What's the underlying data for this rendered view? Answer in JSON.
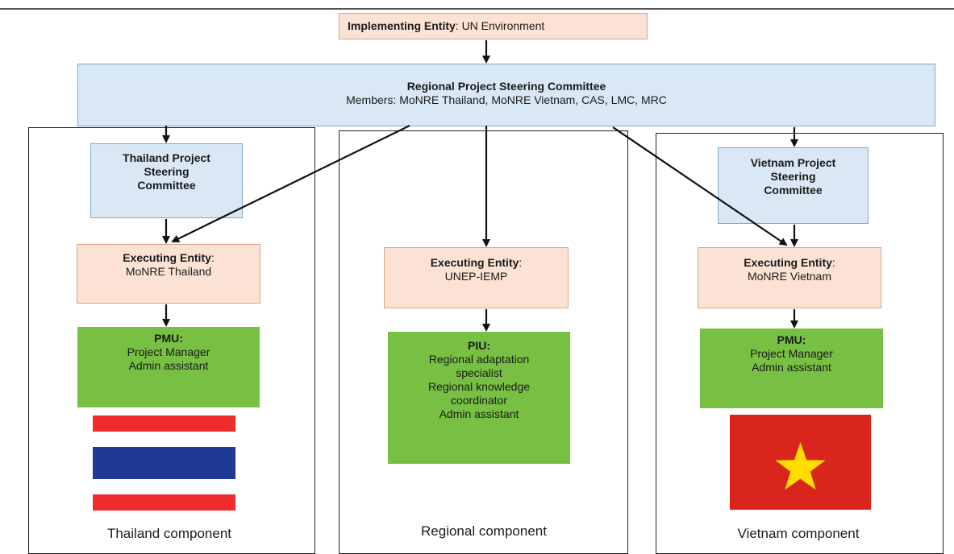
{
  "top_rule": true,
  "implementing": {
    "bold": "Implementing Entity",
    "rest": ": UN Environment"
  },
  "regional_psc": {
    "title": "Regional Project Steering Committee",
    "members": "Members: MoNRE Thailand, MoNRE Vietnam, CAS, LMC, MRC"
  },
  "thailand": {
    "psc": [
      "Thailand Project",
      "Steering",
      "Committee"
    ],
    "exec_bold": "Executing Entity",
    "exec_colon": ":",
    "exec_name": "MoNRE Thailand",
    "unit_title": "PMU:",
    "unit_lines": [
      "Project Manager",
      "Admin assistant"
    ],
    "label": "Thailand component",
    "flag_colors": {
      "red": "#ef2b2d",
      "white": "#ffffff",
      "blue": "#1f3a93"
    }
  },
  "regional": {
    "exec_bold": "Executing Entity",
    "exec_colon": ":",
    "exec_name": "UNEP-IEMP",
    "unit_title": "PIU:",
    "unit_lines": [
      "Regional adaptation",
      "specialist",
      "Regional knowledge",
      "coordinator",
      "Admin assistant"
    ],
    "label": "Regional component"
  },
  "vietnam": {
    "psc": [
      "Vietnam Project",
      "Steering",
      "Committee"
    ],
    "exec_bold": "Executing Entity",
    "exec_colon": ":",
    "exec_name": "MoNRE Vietnam",
    "unit_title": "PMU:",
    "unit_lines": [
      "Project Manager",
      "Admin assistant"
    ],
    "label": "Vietnam component",
    "flag_colors": {
      "red": "#da251d",
      "star": "#ffdd00"
    }
  }
}
